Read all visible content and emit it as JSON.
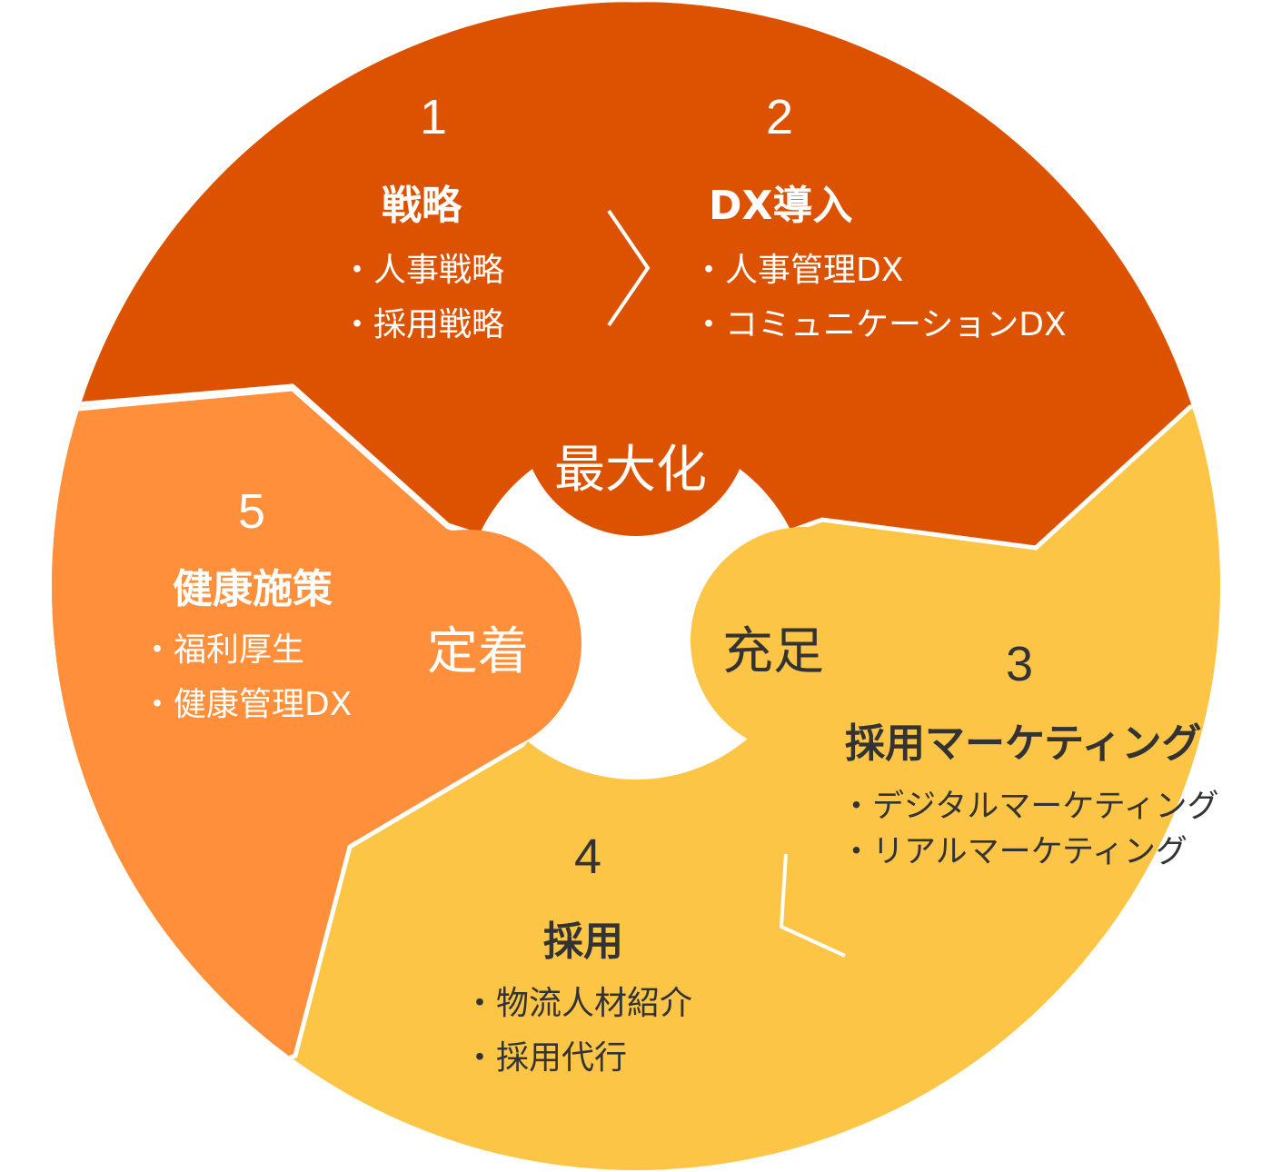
{
  "colors": {
    "strategy": "#DD5200",
    "health": "#FF8F3A",
    "recruit": "#FDC545",
    "text_dark": "#333333",
    "text_light": "#FFFFFF"
  },
  "hubs": {
    "maximize": "最大化",
    "retain": "定着",
    "fulfill": "充足"
  },
  "segments": [
    {
      "number": "1",
      "title": "戦略",
      "items": [
        "・人事戦略",
        "・採用戦略"
      ]
    },
    {
      "number": "2",
      "title": "DX導入",
      "items": [
        "・人事管理DX",
        "・コミュニケーションDX"
      ]
    },
    {
      "number": "3",
      "title": "採用マーケティング",
      "items": [
        "・デジタルマーケティング",
        "・リアルマーケティング"
      ]
    },
    {
      "number": "4",
      "title": "採用",
      "items": [
        "・物流人材紹介",
        "・採用代行"
      ]
    },
    {
      "number": "5",
      "title": "健康施策",
      "items": [
        "・福利厚生",
        "・健康管理DX"
      ]
    }
  ]
}
